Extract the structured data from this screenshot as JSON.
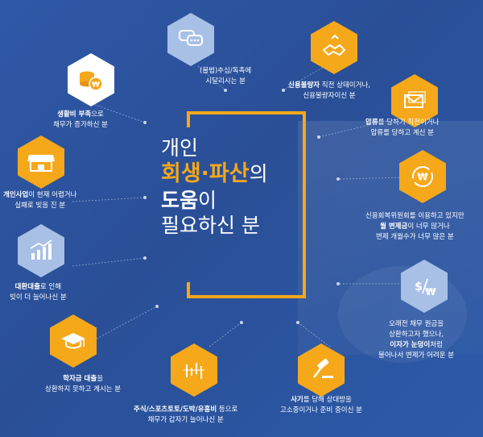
{
  "headline": {
    "line1": "개인",
    "line2_highlight": "회생·파산",
    "line2_rest": "의",
    "line3_bold": "도움",
    "line3_rest": "이",
    "line4": "필요하신 분"
  },
  "items": [
    {
      "id": "illegal-debt",
      "icon": "chat-bubbles-icon",
      "bold": "",
      "text1": "(불법)추심/독촉에",
      "text2": "시달리시는 분"
    },
    {
      "id": "credit-default",
      "icon": "handshake-icon",
      "bold": "신용불량자",
      "text1": " 직전 상태이거나,",
      "text2": "신용불량자이신 분"
    },
    {
      "id": "living-cost",
      "icon": "coins-icon",
      "bold": "생활비 부족",
      "text1": "으로",
      "text2": "채무가 증가하신 분"
    },
    {
      "id": "seizure",
      "icon": "mail-icon",
      "bold": "압류",
      "text1": "를 당하기 직전이거나",
      "text2": "압류를 당하고 계신 분"
    },
    {
      "id": "business",
      "icon": "store-icon",
      "bold": "개인사업",
      "text1": "이 현재 어렵거나",
      "text2": "실패로 빚을 진 분"
    },
    {
      "id": "credit-recovery",
      "icon": "won-cycle-icon",
      "text0": "신용회복위원회를 이용하고 있지만",
      "bold": "월 변제금",
      "text1": "이 너무 많거나",
      "text2": "변제 개월수가 너무 많은 분"
    },
    {
      "id": "loan",
      "icon": "growth-chart-icon",
      "bold": "대환대출",
      "text1": "로 인해",
      "text2": "빚이 더 늘어나신 분"
    },
    {
      "id": "old-debt",
      "icon": "dollar-won-icon",
      "text0": "오래전 채무 원금을",
      "text0b": "상환하고자 했으나,",
      "bold": "이자가 눈덩이",
      "text1": "처럼",
      "text2": "불어나서 변제가 어려운 분"
    },
    {
      "id": "student-loan",
      "icon": "graduation-cap-icon",
      "bold": "학자금 대출",
      "text1": "을",
      "text2": "상환하지 못하고 계시는 분"
    },
    {
      "id": "gambling",
      "icon": "stock-chart-icon",
      "bold": "주식/스포츠토토/도박/유흥비",
      "text1": " 등으로",
      "text2": "채무가 갑자기 늘어나신 분"
    },
    {
      "id": "fraud",
      "icon": "gavel-icon",
      "bold": "사기",
      "text1": "를 당해 상대방을",
      "text2": "고소중이거나 준비 중이신 분"
    }
  ]
}
